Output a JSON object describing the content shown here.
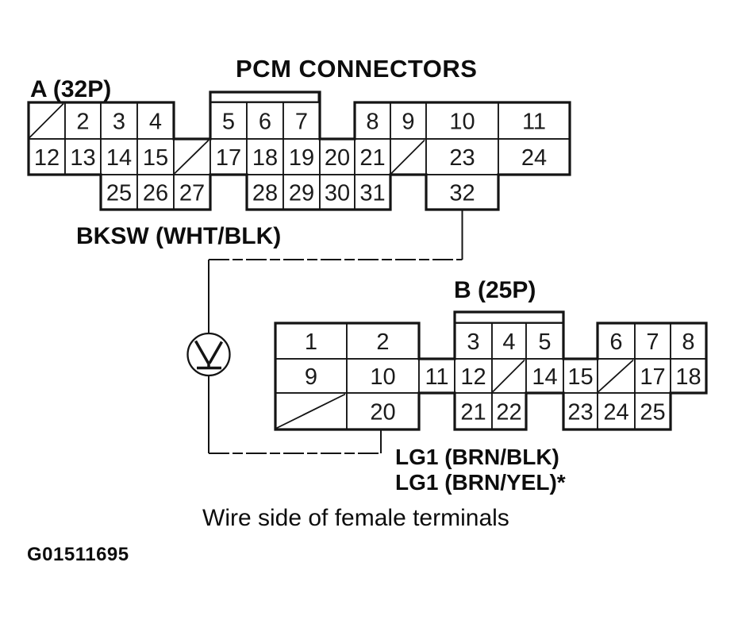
{
  "page": {
    "title": "PCM CONNECTORS",
    "caption": "Wire side of female terminals",
    "figure_id": "G01511695",
    "background_color": "#ffffff",
    "ink_color": "#141414"
  },
  "icons": {
    "probe": "voltmeter-probe-circle-icon"
  },
  "connector_a": {
    "label": "A (32P)",
    "wire_label": "BKSW (WHT/BLK)",
    "wire_from_pin": "32",
    "rows": [
      [
        {
          "c": 0,
          "slash": true
        },
        {
          "c": 1,
          "pin": "2"
        },
        {
          "c": 2,
          "pin": "3"
        },
        {
          "c": 3,
          "pin": "4"
        },
        {
          "c": 5,
          "pin": "5"
        },
        {
          "c": 6,
          "pin": "6"
        },
        {
          "c": 7,
          "pin": "7"
        },
        {
          "c": 9,
          "pin": "8"
        },
        {
          "c": 10,
          "pin": "9"
        },
        {
          "c": 11,
          "pin": "10"
        },
        {
          "c": 12,
          "pin": "11"
        }
      ],
      [
        {
          "c": 0,
          "pin": "12"
        },
        {
          "c": 1,
          "pin": "13"
        },
        {
          "c": 2,
          "pin": "14"
        },
        {
          "c": 3,
          "pin": "15"
        },
        {
          "c": 4,
          "slash": true
        },
        {
          "c": 5,
          "pin": "17"
        },
        {
          "c": 6,
          "pin": "18"
        },
        {
          "c": 7,
          "pin": "19"
        },
        {
          "c": 8,
          "pin": "20"
        },
        {
          "c": 9,
          "pin": "21"
        },
        {
          "c": 10,
          "slash": true
        },
        {
          "c": 11,
          "pin": "23"
        },
        {
          "c": 12,
          "pin": "24"
        }
      ],
      [
        {
          "c": 2,
          "pin": "25"
        },
        {
          "c": 3,
          "pin": "26"
        },
        {
          "c": 4,
          "pin": "27"
        },
        {
          "c": 6,
          "pin": "28"
        },
        {
          "c": 7,
          "pin": "29"
        },
        {
          "c": 8,
          "pin": "30"
        },
        {
          "c": 9,
          "pin": "31"
        },
        {
          "c": 11,
          "pin": "32"
        }
      ]
    ]
  },
  "connector_b": {
    "label": "B (25P)",
    "wire_labels": [
      "LG1 (BRN/BLK)",
      "LG1 (BRN/YEL)*"
    ],
    "wire_from_pin": "20",
    "rows": [
      [
        {
          "c": 0,
          "pin": "1"
        },
        {
          "c": 1,
          "pin": "2"
        },
        {
          "c": 3,
          "pin": "3"
        },
        {
          "c": 4,
          "pin": "4"
        },
        {
          "c": 5,
          "pin": "5"
        },
        {
          "c": 7,
          "pin": "6"
        },
        {
          "c": 8,
          "pin": "7"
        },
        {
          "c": 9,
          "pin": "8"
        }
      ],
      [
        {
          "c": 0,
          "pin": "9"
        },
        {
          "c": 1,
          "pin": "10"
        },
        {
          "c": 2,
          "pin": "11"
        },
        {
          "c": 3,
          "pin": "12"
        },
        {
          "c": 4,
          "slash": true
        },
        {
          "c": 5,
          "pin": "14"
        },
        {
          "c": 6,
          "pin": "15"
        },
        {
          "c": 7,
          "slash": true
        },
        {
          "c": 8,
          "pin": "17"
        },
        {
          "c": 9,
          "pin": "18"
        }
      ],
      [
        {
          "c": 0,
          "slash": true
        },
        {
          "c": 1,
          "pin": "20"
        },
        {
          "c": 3,
          "pin": "21"
        },
        {
          "c": 4,
          "pin": "22"
        },
        {
          "c": 6,
          "pin": "23"
        },
        {
          "c": 7,
          "pin": "24"
        },
        {
          "c": 8,
          "pin": "25"
        }
      ]
    ]
  }
}
